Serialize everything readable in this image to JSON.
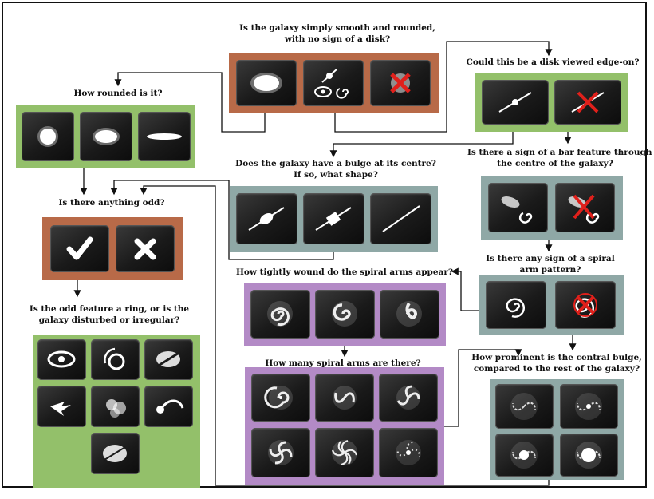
{
  "questions": {
    "smooth": [
      "Is the galaxy simply smooth and rounded,",
      "with no sign of a disk?"
    ],
    "edge_on": [
      "Could this be a disk viewed edge-on?"
    ],
    "rounded": [
      "How rounded is it?"
    ],
    "bulge_shape": [
      "Does the galaxy have a bulge at its centre?",
      "If so, what shape?"
    ],
    "bar": [
      "Is there a sign of a bar feature through",
      "the centre of the galaxy?"
    ],
    "odd": [
      "Is there anything odd?"
    ],
    "spiral": [
      "Is there any sign of a spiral",
      "arm pattern?"
    ],
    "tightness": [
      "How tightly wound do the spiral arms appear?"
    ],
    "odd_feature": [
      "Is the odd feature a ring, or is the",
      "galaxy disturbed or irregular?"
    ],
    "arm_count": [
      "How many spiral arms are there?"
    ],
    "bulge_prominence": [
      "How prominent is the central bulge,",
      "compared to the rest of the galaxy?"
    ]
  },
  "answers": {
    "smooth": [
      "smooth-galaxy",
      "features-or-disk",
      "star-or-artifact"
    ],
    "edge_on": [
      "edge-on-disk",
      "not-edge-on"
    ],
    "rounded": [
      "completely-round",
      "in-between",
      "cigar-shaped"
    ],
    "bulge_shape": [
      "rounded-bulge",
      "boxy-bulge",
      "no-bulge"
    ],
    "bar": [
      "bar",
      "no-bar"
    ],
    "odd": [
      "yes-odd",
      "no-odd"
    ],
    "spiral": [
      "spiral",
      "no-spiral"
    ],
    "tightness": [
      "tight",
      "medium",
      "loose"
    ],
    "odd_feature": [
      "ring",
      "lens-or-arc",
      "dust-lane",
      "irregular",
      "disturbed",
      "other",
      "merger"
    ],
    "arm_count": [
      "one-arm",
      "two-arms",
      "three-arms",
      "four-arms",
      "more-than-four",
      "cant-tell"
    ],
    "bulge_prominence": [
      "no-bulge",
      "just-noticeable",
      "obvious",
      "dominant"
    ]
  },
  "colors": {
    "red_panel": "#b86a48",
    "green_panel": "#93c06a",
    "grey_panel": "#8fa8a6",
    "purple_panel": "#b38ac6",
    "button": "#1c1c1c",
    "line": "#111111",
    "cross": "#e0201b"
  }
}
